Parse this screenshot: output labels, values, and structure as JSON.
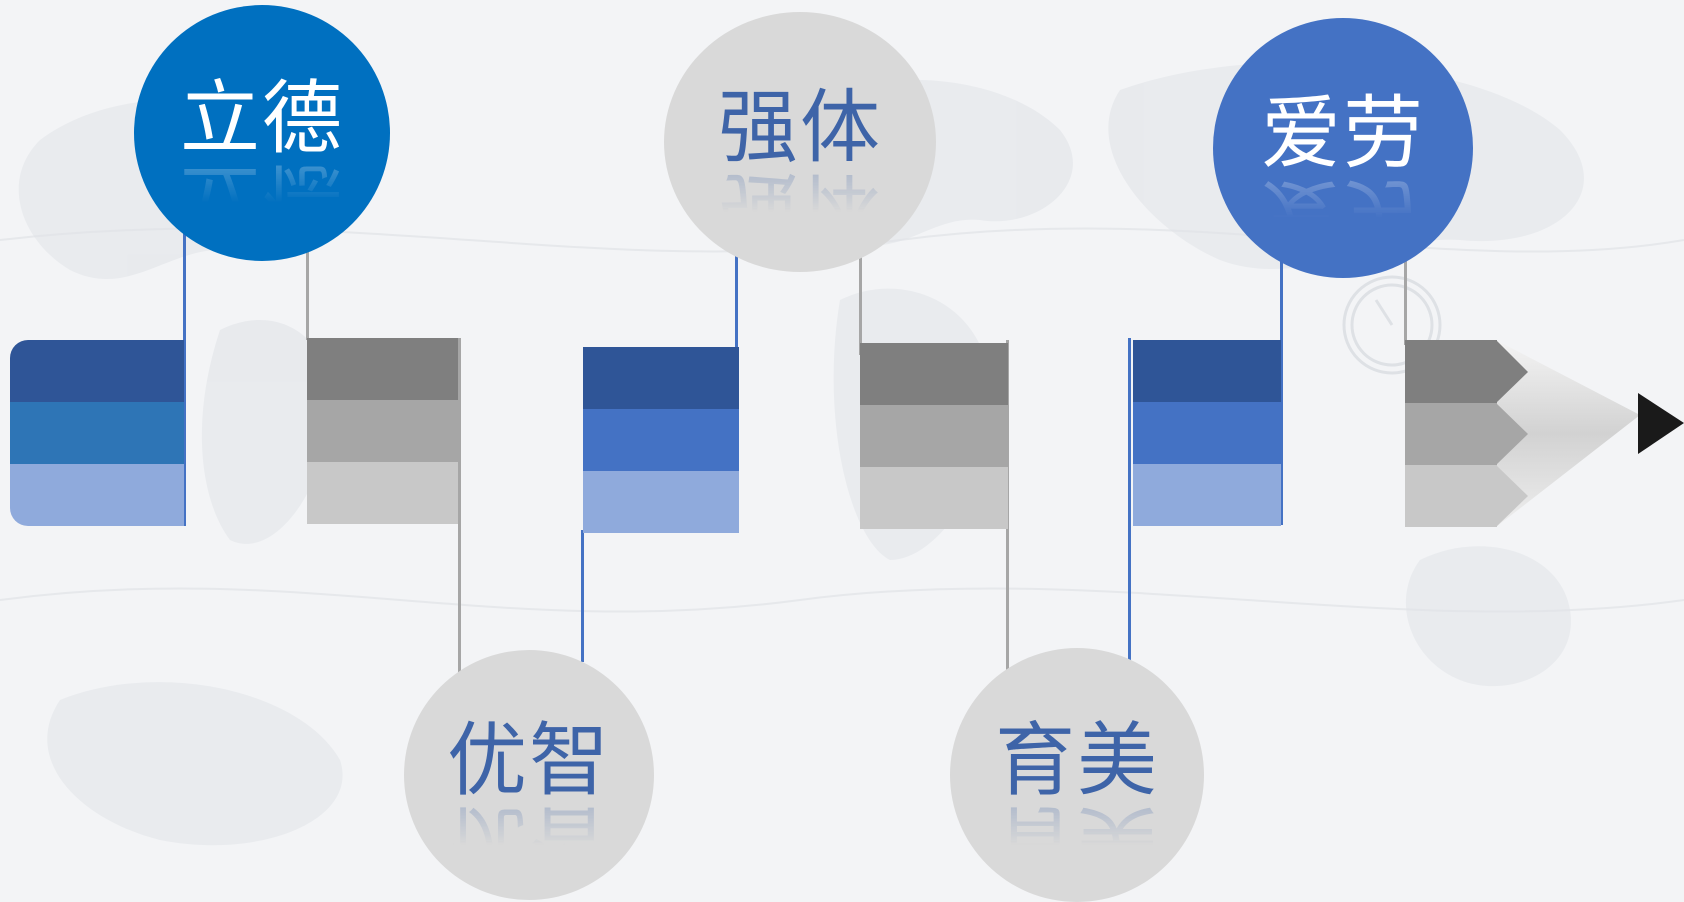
{
  "colors": {
    "blue_dark": "#2f5597",
    "blue_mid": "#4472c4",
    "blue_steel": "#2e75b6",
    "blue_light": "#8faadc",
    "gray_dark": "#7f7f7f",
    "gray_mid": "#a6a6a6",
    "gray_light": "#c8c8c8",
    "bubble_blue_1": "#0070c0",
    "bubble_blue_2": "#4472c4",
    "bubble_gray": "#d9d9d9",
    "pencil_tip": "#1a1a1a"
  },
  "stages": [
    {
      "label": "立德",
      "theme": "blue"
    },
    {
      "label": "优智",
      "theme": "gray"
    },
    {
      "label": "强体",
      "theme": "gray"
    },
    {
      "label": "育美",
      "theme": "gray"
    },
    {
      "label": "爱劳",
      "theme": "blue"
    }
  ]
}
